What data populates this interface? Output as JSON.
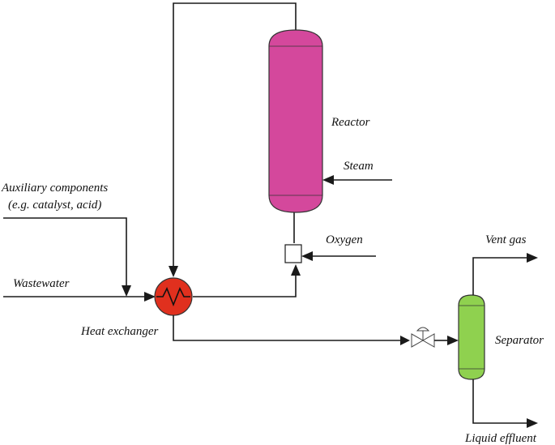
{
  "labels": {
    "reactor": "Reactor",
    "steam": "Steam",
    "auxiliary_line1": "Auxiliary components",
    "auxiliary_line2": "(e.g. catalyst, acid)",
    "oxygen": "Oxygen",
    "vent_gas": "Vent gas",
    "wastewater": "Wastewater",
    "heat_exchanger": "Heat exchanger",
    "separator": "Separator",
    "liquid_effluent": "Liquid effluent"
  },
  "colors": {
    "reactor": "#d4489c",
    "heat_exchanger": "#e0301e",
    "separator": "#8fd14f",
    "lines": "#1a1a1a"
  },
  "icons": {
    "heat_exchanger": "heat-exchanger-icon",
    "valve": "control-valve-icon",
    "mixer": "mixing-box-icon"
  }
}
